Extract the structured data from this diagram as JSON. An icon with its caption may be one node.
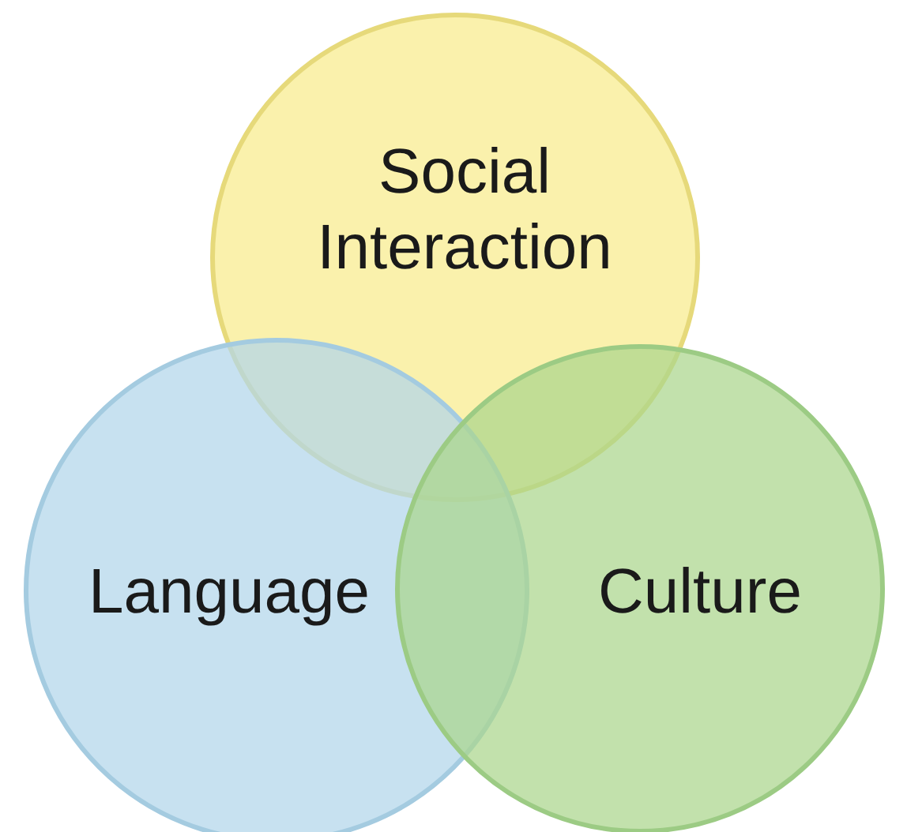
{
  "diagram": {
    "nodes": [
      {
        "text": [
          "Social Interaction"
        ]
      },
      {
        "text": [
          "Language"
        ]
      },
      {
        "text": [
          "Culture"
        ]
      }
    ]
  }
}
